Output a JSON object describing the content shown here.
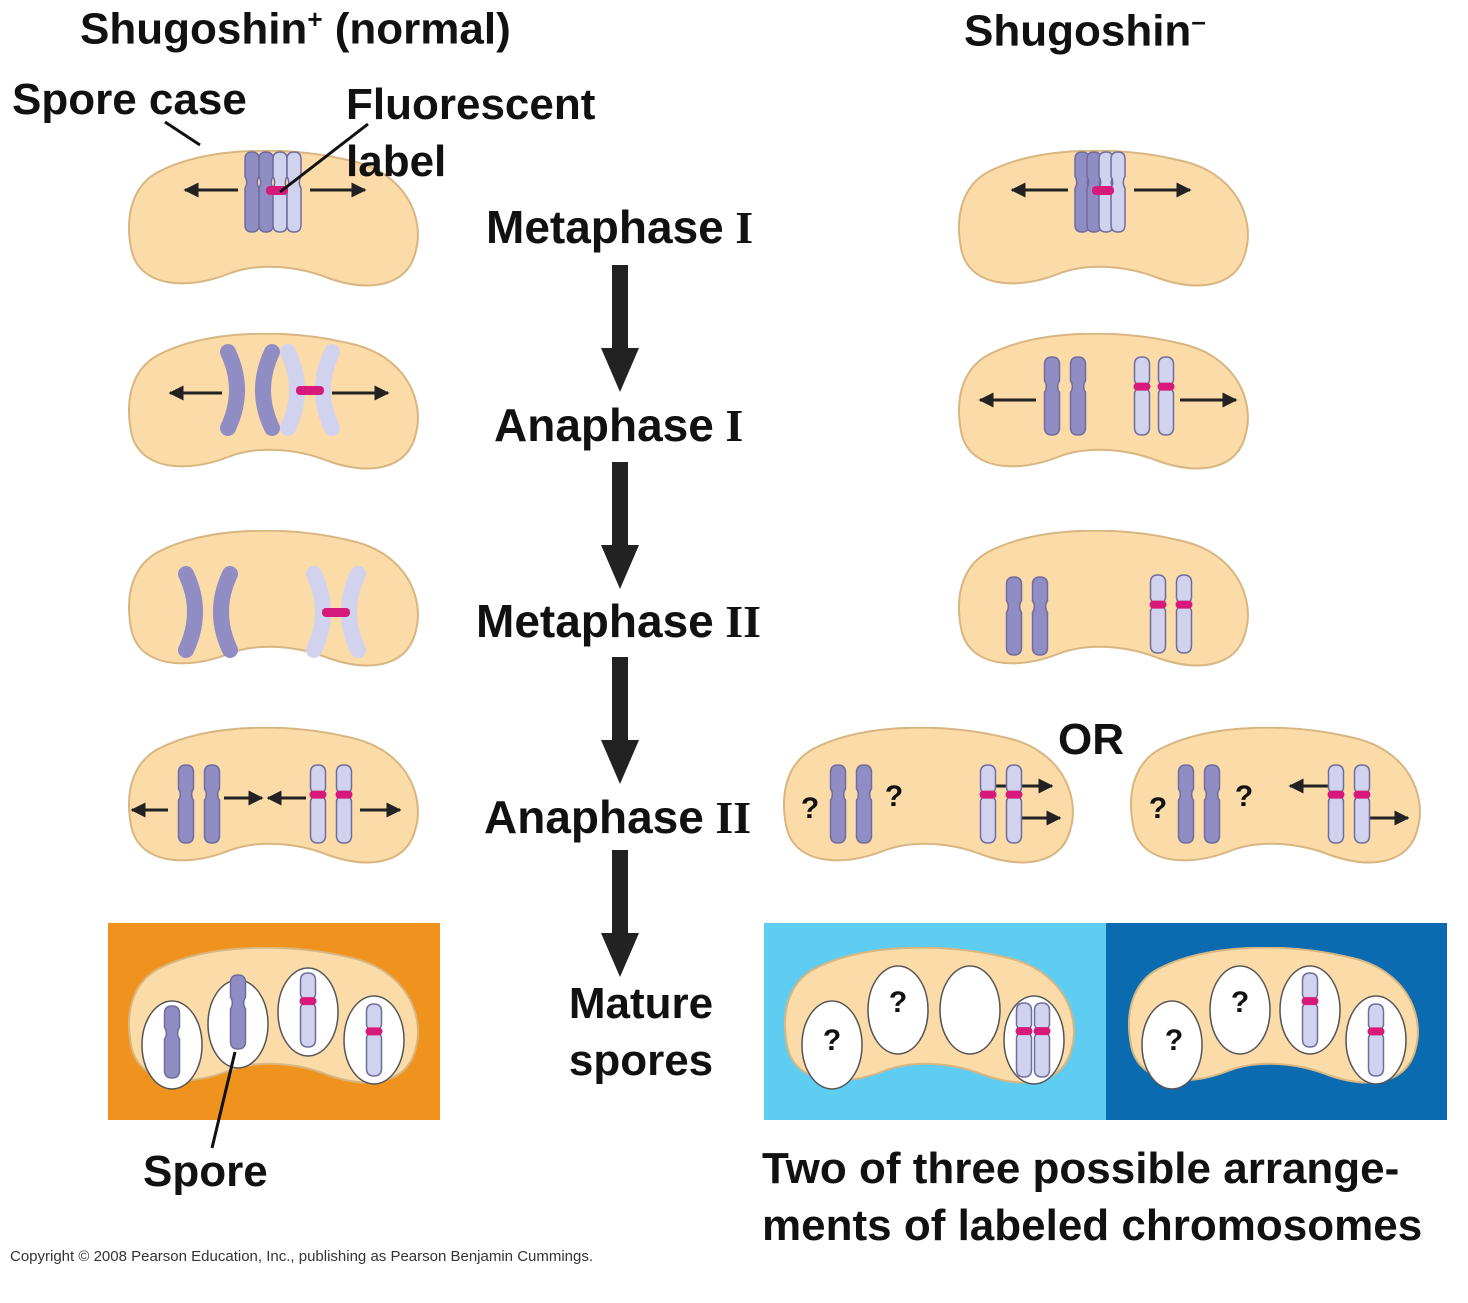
{
  "headers": {
    "left_prefix": "Shugoshin",
    "left_sup": "+",
    "left_suffix": " (normal)",
    "right_prefix": "Shugoshin",
    "right_sup": "–"
  },
  "labels": {
    "spore_case": "Spore case",
    "fluorescent_label": "Fluorescent label",
    "spore": "Spore",
    "or": "OR",
    "question": "?"
  },
  "stages": [
    {
      "text": "Metaphase",
      "numeral": "I"
    },
    {
      "text": "Anaphase",
      "numeral": "I"
    },
    {
      "text": "Metaphase",
      "numeral": "II"
    },
    {
      "text": "Anaphase",
      "numeral": "II"
    },
    {
      "text": "Mature spores",
      "numeral": ""
    }
  ],
  "caption": "Two of three possible arrange- ments of labeled chromosomes",
  "copyright": "Copyright © 2008 Pearson Education, Inc., publishing as Pearson Benjamin Cummings.",
  "colors": {
    "cell_fill": "#fbdba8",
    "cell_stroke": "#d8b681",
    "chrom_dark": "#8f8dc4",
    "chrom_light": "#d1d3ee",
    "label_magenta": "#d6197a",
    "panel_orange": "#f0931e",
    "panel_light_blue": "#5fcdf1",
    "panel_dark_blue": "#0a6bb1",
    "arrow": "#222222"
  }
}
